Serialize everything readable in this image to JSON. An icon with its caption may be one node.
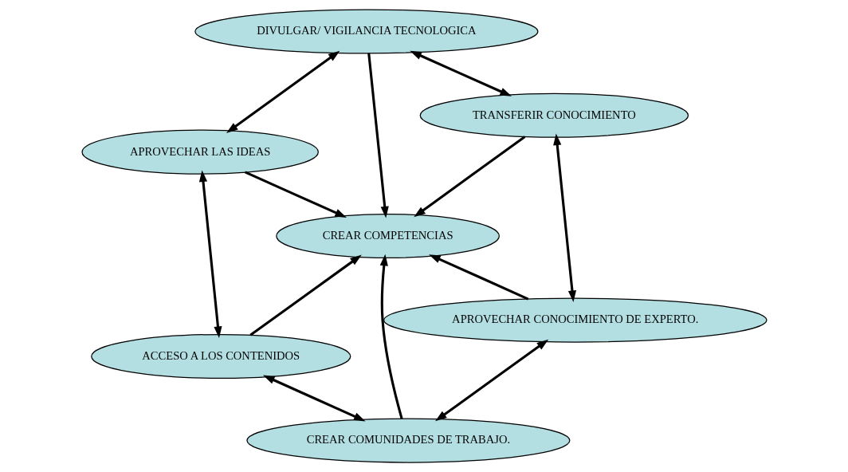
{
  "diagram": {
    "nodes": [
      {
        "text": [
          "DIVULGAR/ VIGILANCIA TECNOLOGICA"
        ]
      },
      {
        "text": [
          "TRANSFERIR CONOCIMIENTO"
        ]
      },
      {
        "text": [
          "APROVECHAR LAS IDEAS"
        ]
      },
      {
        "text": [
          "CREAR COMPETENCIAS"
        ]
      },
      {
        "text": [
          "APROVECHAR CONOCIMIENTO DE EXPERTO."
        ]
      },
      {
        "text": [
          "ACCESO A LOS CONTENIDOS"
        ]
      },
      {
        "text": [
          "CREAR COMUNIDADES DE TRABAJO."
        ]
      }
    ],
    "edges": [
      {
        "from": 0,
        "to": 1,
        "arrow": "both"
      },
      {
        "from": 0,
        "to": 2,
        "arrow": "both"
      },
      {
        "from": 0,
        "to": 3,
        "arrow": "to"
      },
      {
        "from": 1,
        "to": 3,
        "arrow": "to"
      },
      {
        "from": 2,
        "to": 3,
        "arrow": "to"
      },
      {
        "from": 1,
        "to": 4,
        "arrow": "both"
      },
      {
        "from": 2,
        "to": 5,
        "arrow": "both"
      },
      {
        "from": 4,
        "to": 3,
        "arrow": "to"
      },
      {
        "from": 5,
        "to": 3,
        "arrow": "to"
      },
      {
        "from": 6,
        "to": 3,
        "arrow": "to"
      },
      {
        "from": 4,
        "to": 6,
        "arrow": "both"
      },
      {
        "from": 6,
        "to": 5,
        "arrow": "both"
      }
    ]
  }
}
